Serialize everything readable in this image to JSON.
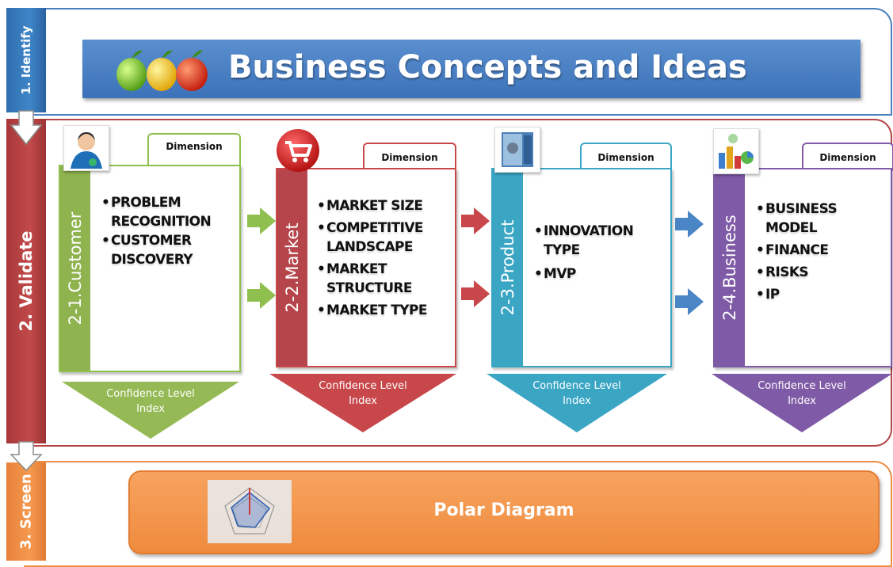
{
  "stages": {
    "identify": "1. Identify",
    "validate": "2. Validate",
    "screen": "3. Screen"
  },
  "title": "Business Concepts and Ideas",
  "dimension_tab_label": "Dimension",
  "confidence_label_line1": "Confidence Level",
  "confidence_label_line2": "Index",
  "cards": [
    {
      "label": "2-1.Customer",
      "color": "#8fb34e",
      "icon": "person-icon",
      "items": [
        [
          "PROBLEM",
          "RECOGNITION"
        ],
        [
          "CUSTOMER",
          "DISCOVERY"
        ]
      ]
    },
    {
      "label": "2-2.Market",
      "color": "#b5454a",
      "icon": "shopping-cart-icon",
      "items": [
        [
          "MARKET SIZE"
        ],
        [
          "COMPETITIVE",
          "LANDSCAPE"
        ],
        [
          "MARKET",
          "STRUCTURE"
        ],
        [
          "MARKET TYPE"
        ]
      ]
    },
    {
      "label": "2-3.Product",
      "color": "#3aa6c4",
      "icon": "safe-vault-icon",
      "items": [
        [
          "INNOVATION",
          "TYPE"
        ],
        [
          "MVP"
        ]
      ]
    },
    {
      "label": "2-4.Business",
      "color": "#7f5aa6",
      "icon": "business-charts-icon",
      "items": [
        [
          "BUSINESS",
          "MODEL"
        ],
        [
          "FINANCE"
        ],
        [
          "RISKS"
        ],
        [
          "IP"
        ]
      ]
    }
  ],
  "polar": {
    "label": "Polar Diagram",
    "icon": "radar-chart-icon"
  },
  "colors": {
    "identify": "#3f7fc2",
    "validate": "#b5454a",
    "screen": "#f0903f",
    "customer_arrow": "#8fbf4e",
    "market_arrow": "#c8474a",
    "product_arrow": "#3f7fc2"
  }
}
